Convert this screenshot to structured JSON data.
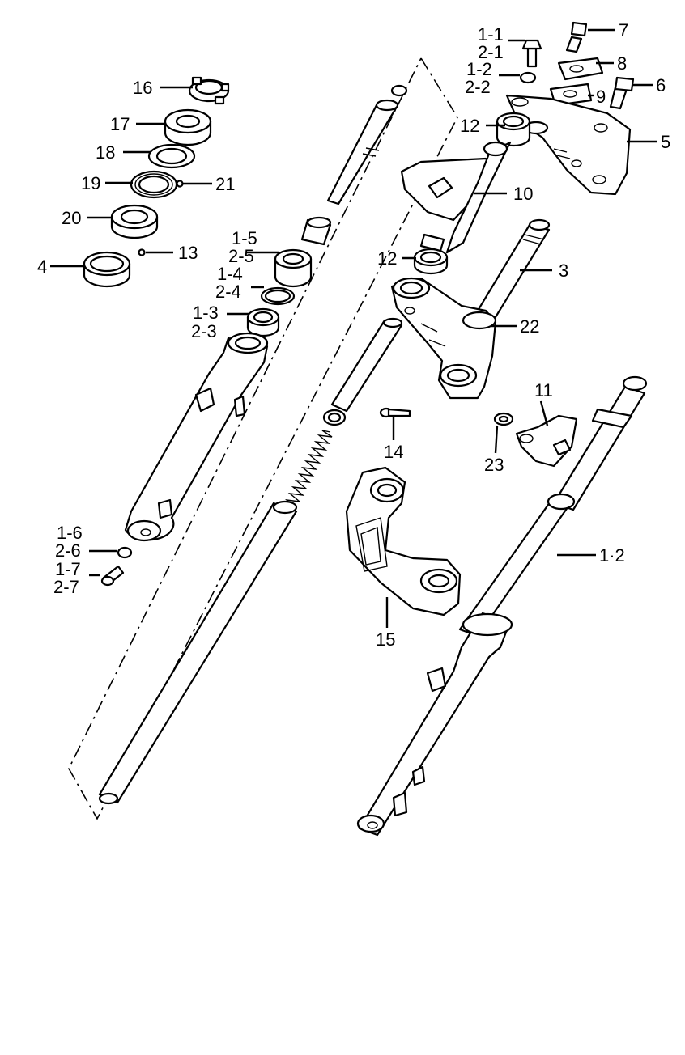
{
  "diagram": {
    "type": "exploded-parts-diagram",
    "callouts": {
      "c16": "16",
      "c17": "17",
      "c18": "18",
      "c19": "19",
      "c21": "21",
      "c20": "20",
      "c4": "4",
      "c13": "13",
      "c1_1": "1-1",
      "c2_1": "2-1",
      "c1_2": "1-2",
      "c2_2": "2-2",
      "c7": "7",
      "c8": "8",
      "c6": "6",
      "c9": "9",
      "c5": "5",
      "c12a": "12",
      "c10": "10",
      "c12b": "12",
      "c3": "3",
      "c22": "22",
      "c1_5": "1-5",
      "c2_5": "2-5",
      "c1_4": "1-4",
      "c2_4": "2-4",
      "c1_3": "1-3",
      "c2_3": "2-3",
      "c14": "14",
      "c11": "11",
      "c23": "23",
      "c1x2": "1·2",
      "c15": "15",
      "c1_6": "1-6",
      "c2_6": "2-6",
      "c1_7": "1-7",
      "c2_7": "2-7"
    }
  }
}
